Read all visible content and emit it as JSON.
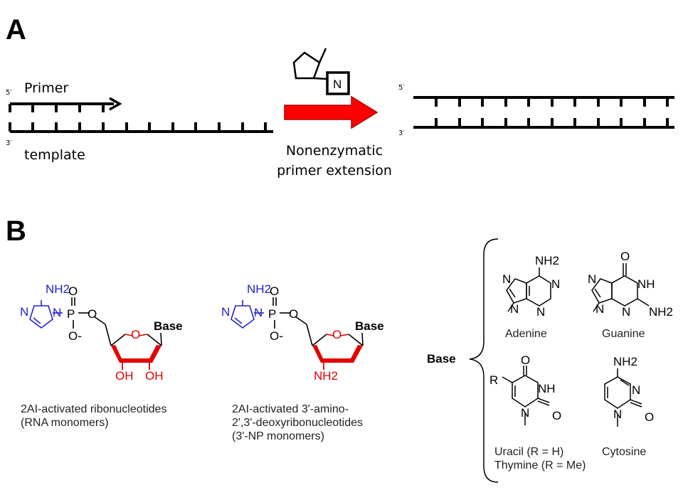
{
  "panel_a": {
    "label": "A",
    "five_prime_left": "5′",
    "three_prime_left": "3′",
    "primer_label": "Primer",
    "template_label": "template",
    "monomer_letter": "N",
    "reaction_line1": "Nonenzymatic",
    "reaction_line2": "primer extension",
    "five_prime_right": "5′",
    "three_prime_right": "3′",
    "arrow_color": "#ff0000"
  },
  "panel_b": {
    "label": "B",
    "colors": {
      "imidazole": "#2323c8",
      "sugar_mod": "#e00000",
      "text": "#222222"
    },
    "rna_monomer": {
      "nh2": "NH2",
      "ring_n1": "N",
      "ring_n2": "N",
      "p": "P",
      "o_top": "O",
      "o_minus": "O-",
      "o_link": "O",
      "ring_o": "O",
      "base": "Base",
      "oh1": "OH",
      "oh2": "OH",
      "caption_line1": "2AI-activated ribonucleotides",
      "caption_line2": "(RNA monomers)"
    },
    "np_monomer": {
      "nh2": "NH2",
      "ring_n1": "N",
      "ring_n2": "N",
      "p": "P",
      "o_top": "O",
      "o_minus": "O-",
      "o_link": "O",
      "ring_o": "O",
      "base": "Base",
      "amino": "NH2",
      "caption_line1": "2AI-activated 3'-amino-",
      "caption_line2": "2',3'-deoxyribonucleotides",
      "caption_line3": "(3'-NP monomers)"
    },
    "bases": {
      "label": "Base",
      "adenine": {
        "name": "Adenine",
        "nh2": "NH2",
        "n1": "N",
        "n3": "N",
        "n7": "N",
        "n9": "N"
      },
      "guanine": {
        "name": "Guanine",
        "o": "O",
        "nh": "NH",
        "n3": "N",
        "n7": "N",
        "n9": "N",
        "nh2": "NH2"
      },
      "uracil": {
        "name_line1": "Uracil (R = H)",
        "name_line2": "Thymine (R = Me)",
        "r": "R",
        "o4": "O",
        "nh": "NH",
        "n1": "N",
        "o2": "O"
      },
      "cytosine": {
        "name": "Cytosine",
        "nh2": "NH2",
        "n3": "N",
        "n1": "N",
        "o2": "O"
      }
    }
  }
}
